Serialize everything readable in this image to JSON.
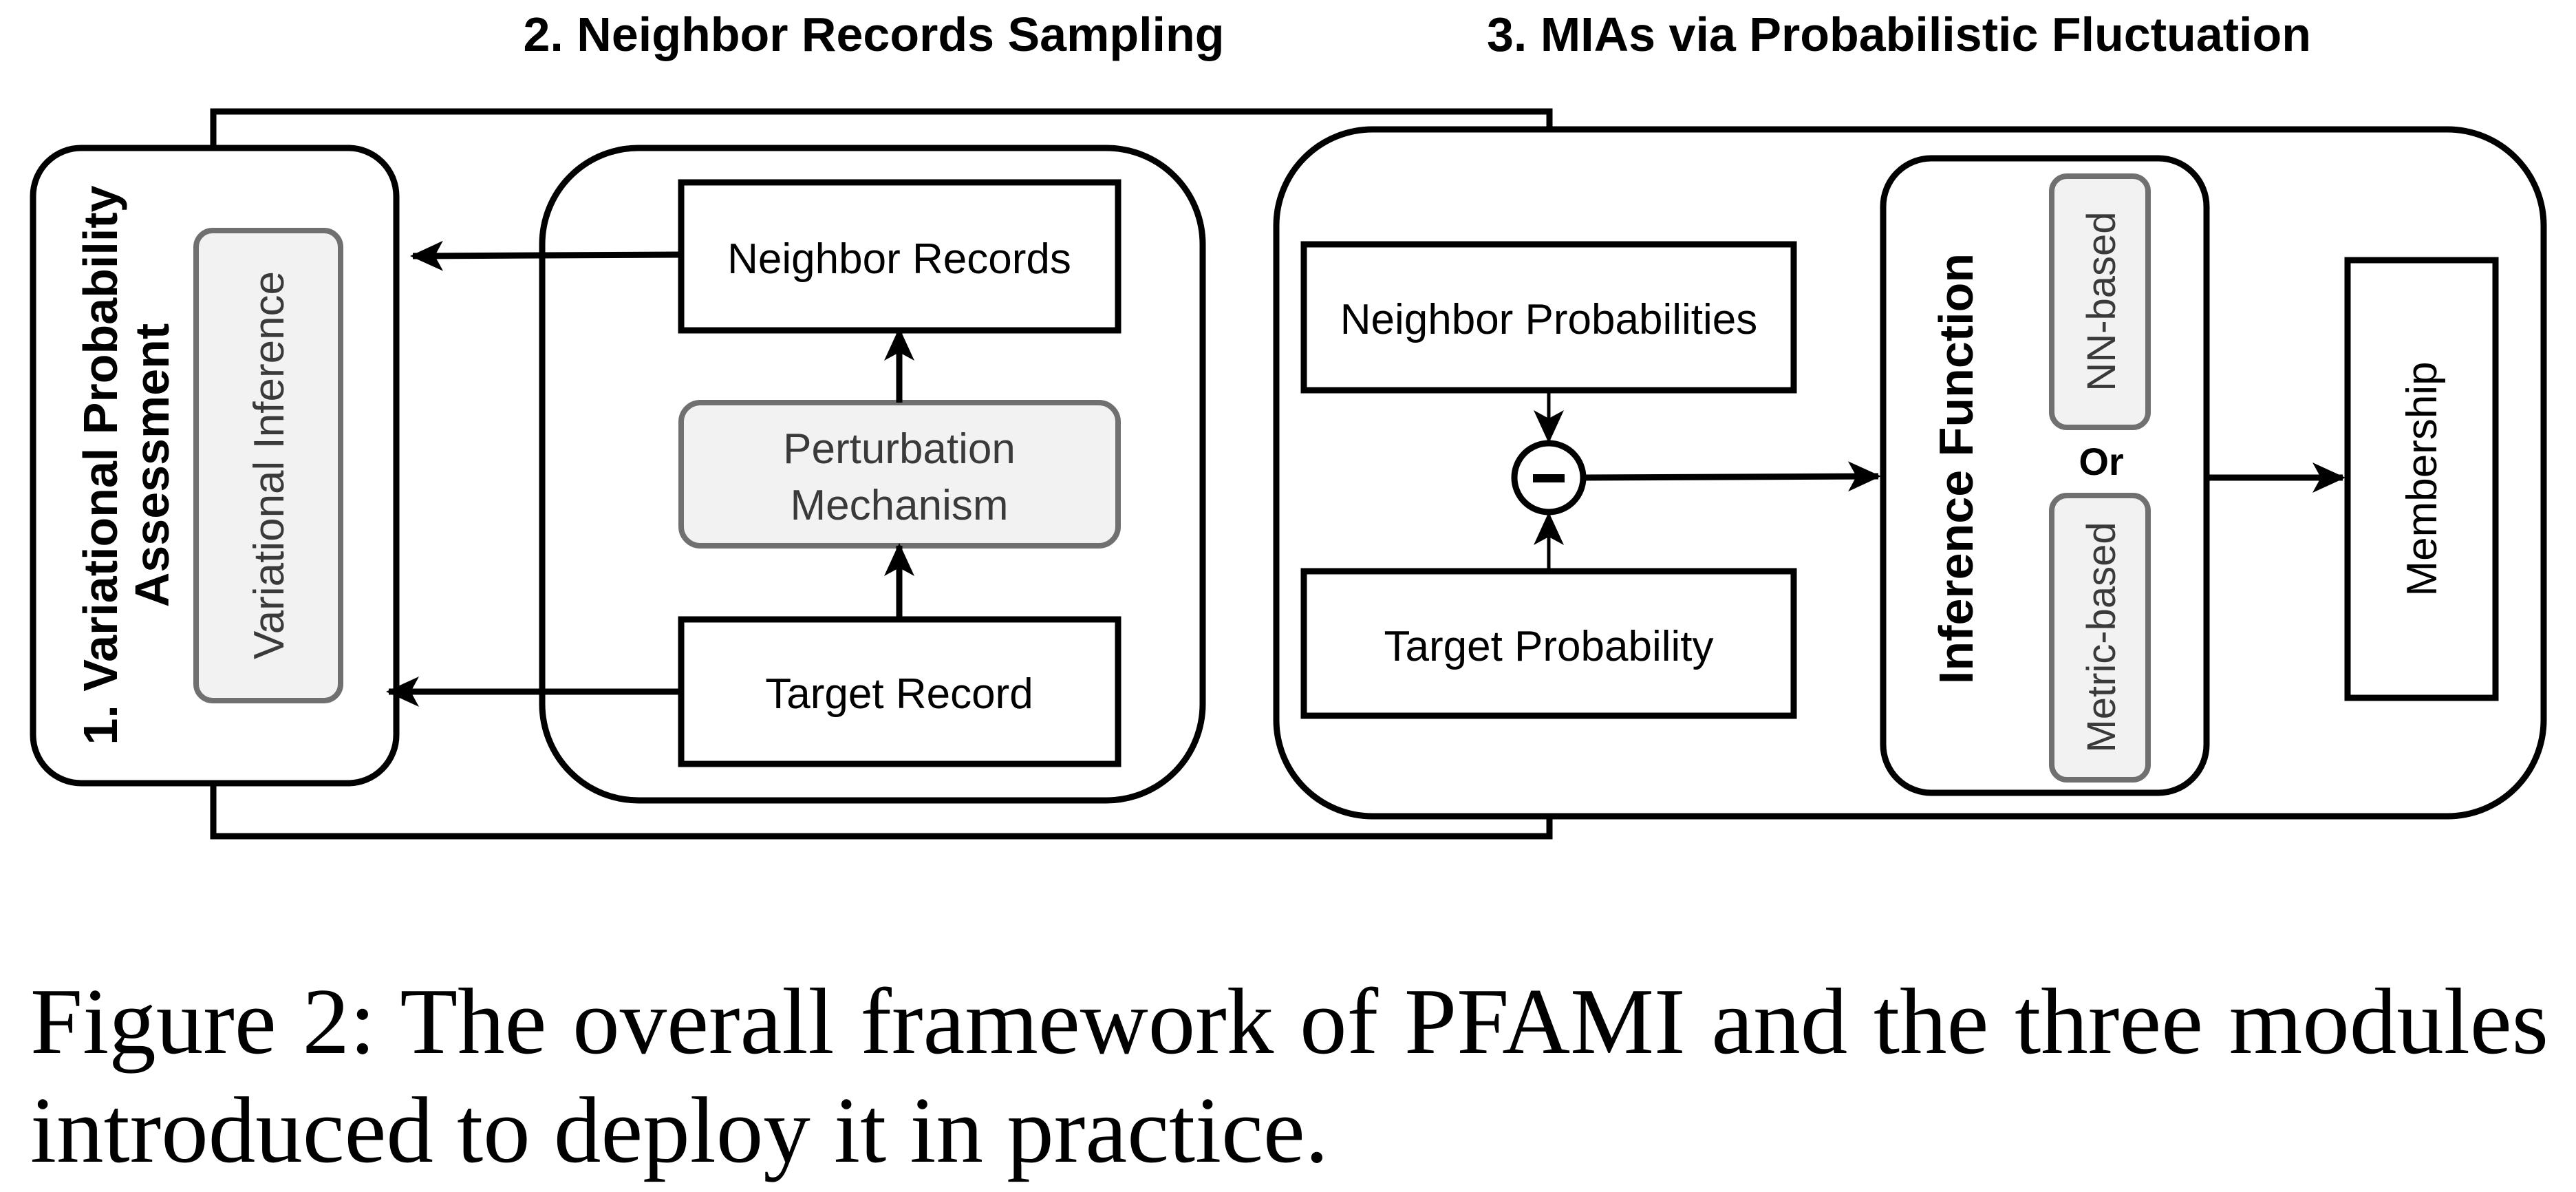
{
  "section_titles": {
    "module2": "2. Neighbor Records Sampling",
    "module3": "3. MIAs via Probabilistic Fluctuation"
  },
  "module1": {
    "title_line1": "1. Variational Probability",
    "title_line2": "Assessment",
    "inner_box": "Variational Inference"
  },
  "module2": {
    "neighbor_records": "Neighbor Records",
    "perturbation_line1": "Perturbation",
    "perturbation_line2": "Mechanism",
    "target_record": "Target Record"
  },
  "module3": {
    "neighbor_probabilities": "Neighbor Probabilities",
    "target_probability": "Target Probability",
    "minus_symbol": "−",
    "inference_function": "Inference Function",
    "nn_based": "NN-based",
    "or": "Or",
    "metric_based": "Metric-based",
    "membership": "Membership"
  },
  "caption": "Figure 2: The overall framework of PFAMI and the three modules introduced to deploy it in practice.",
  "colors": {
    "stroke": "#000000",
    "gray_box_fill": "#f2f2f2",
    "gray_box_stroke": "#707070",
    "gray_text": "#3a3a3a"
  }
}
